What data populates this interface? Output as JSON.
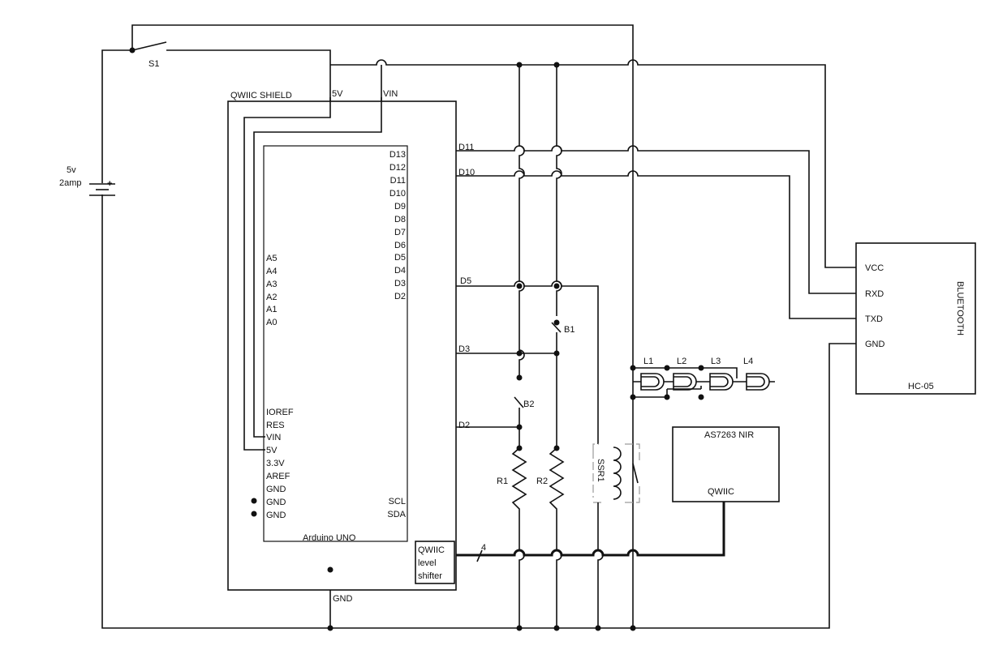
{
  "battery": {
    "voltage": "5v",
    "current": "2amp",
    "plus": "+"
  },
  "switch_s1": "S1",
  "shield": {
    "title": "QWIIC SHIELD",
    "pin_5v": "5V",
    "pin_vin": "VIN"
  },
  "arduino": {
    "name": "Arduino UNO",
    "right_pins": [
      "D13",
      "D12",
      "D11",
      "D10",
      "D9",
      "D8",
      "D7",
      "D6",
      "D5",
      "D4",
      "D3",
      "D2"
    ],
    "analog_pins": [
      "A5",
      "A4",
      "A3",
      "A2",
      "A1",
      "A0"
    ],
    "power_pins": [
      "IOREF",
      "RES",
      "VIN",
      "5V",
      "3.3V",
      "AREF",
      "GND",
      "GND",
      "GND"
    ],
    "i2c_pins": [
      "SCL",
      "SDA"
    ]
  },
  "level_shifter": {
    "line1": "QWIIC",
    "line2": "level",
    "line3": "shifter"
  },
  "nets": {
    "d11": "D11",
    "d10": "D10",
    "d5": "D5",
    "d3": "D3",
    "d2": "D2",
    "gnd": "GND",
    "bus_count": "4"
  },
  "buttons": {
    "b1": "B1",
    "b2": "B2"
  },
  "resistors": {
    "r1": "R1",
    "r2": "R2"
  },
  "relay": "SSR1",
  "lamps": [
    "L1",
    "L2",
    "L3",
    "L4"
  ],
  "sensor": {
    "name": "AS7263 NIR",
    "port": "QWIIC"
  },
  "bluetooth": {
    "title": "BLUETOOTH",
    "model": "HC-05",
    "pins": [
      "VCC",
      "RXD",
      "TXD",
      "GND"
    ]
  }
}
